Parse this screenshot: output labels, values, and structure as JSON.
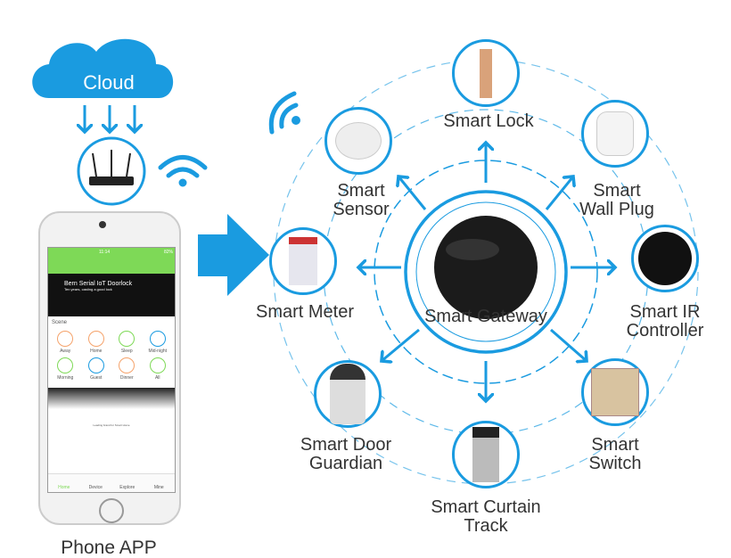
{
  "cloud": {
    "label": "Cloud"
  },
  "phone": {
    "label": "Phone APP",
    "status_time": "11:14",
    "status_battery": "82%",
    "banner_title": "Bern Serial IoT Doorlock",
    "banner_sub": "Ten years, casting a good lock",
    "scene_title": "Scene",
    "scenes": [
      "Away",
      "Home",
      "Sleep",
      "Mid-night",
      "Morning",
      "Guest",
      "Dinner",
      "All"
    ],
    "video_text": "Leading brand for Smart Home",
    "tabs": [
      "Home",
      "Device",
      "Explore",
      "Mine"
    ]
  },
  "gateway": {
    "label": "Smart Gateway"
  },
  "devices": [
    {
      "label1": "Smart Lock",
      "label2": ""
    },
    {
      "label1": "Smart",
      "label2": "Sensor"
    },
    {
      "label1": "Smart",
      "label2": "Wall Plug"
    },
    {
      "label1": "Smart Meter",
      "label2": ""
    },
    {
      "label1": "Smart IR",
      "label2": "Controller"
    },
    {
      "label1": "Smart Door",
      "label2": "Guardian"
    },
    {
      "label1": "Smart",
      "label2": "Switch"
    },
    {
      "label1": "Smart Curtain",
      "label2": "Track"
    }
  ],
  "colors": {
    "accent": "#1a9be0",
    "app_green": "#7ed957"
  }
}
